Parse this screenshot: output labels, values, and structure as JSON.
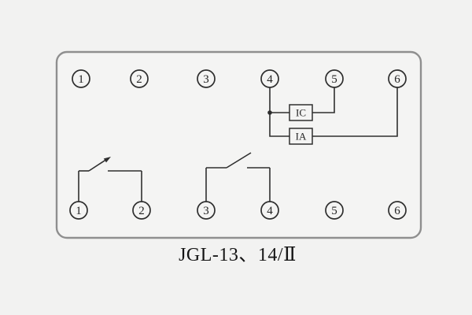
{
  "page": {
    "background_color": "#f2f2f1"
  },
  "diagram": {
    "caption": "JGL-13、14/Ⅱ",
    "panel": {
      "border_color": "#8f8f8f",
      "line_color": "#2e2e2e"
    },
    "top_terminals": [
      "1",
      "2",
      "3",
      "4",
      "5",
      "6"
    ],
    "bottom_terminals": [
      "1",
      "2",
      "3",
      "4",
      "5",
      "6"
    ],
    "components": {
      "phase_c_coil_label": "IC",
      "phase_a_coil_label": "IA"
    }
  }
}
